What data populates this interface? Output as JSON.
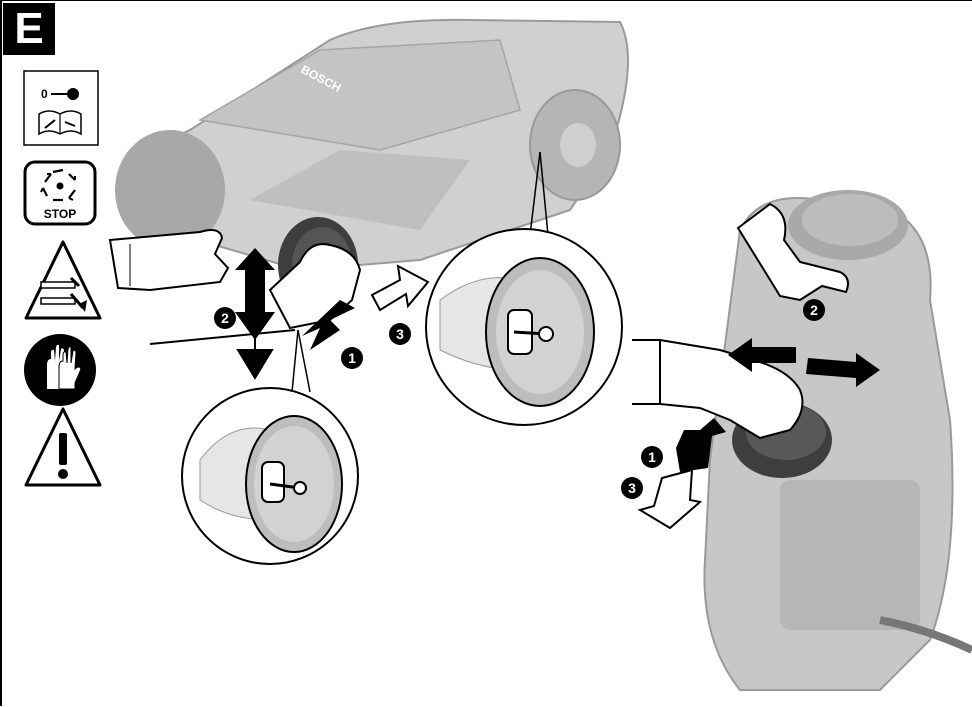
{
  "section": {
    "letter": "E"
  },
  "icons": {
    "manual_switch_off": {
      "label": "0",
      "name": "switch-off-read-manual-icon"
    },
    "blade_stop": {
      "label": "STOP",
      "name": "blade-stop-icon"
    },
    "hazard_warning": {
      "name": "blade-hazard-warning-icon"
    },
    "gloves": {
      "name": "wear-gloves-icon"
    },
    "caution": {
      "name": "caution-icon"
    }
  },
  "brand": {
    "text": "BOSCH"
  },
  "steps": {
    "left_step1": "1",
    "left_step2": "2",
    "left_step3": "3",
    "right_step1": "1",
    "right_step2": "2",
    "right_step3": "3"
  },
  "colors": {
    "mower_body": "#c8c8c8",
    "mower_dark": "#8a8a8a",
    "wheel_dark": "#3a3a3a",
    "arrow_black": "#000000",
    "glove_white": "#ffffff"
  }
}
